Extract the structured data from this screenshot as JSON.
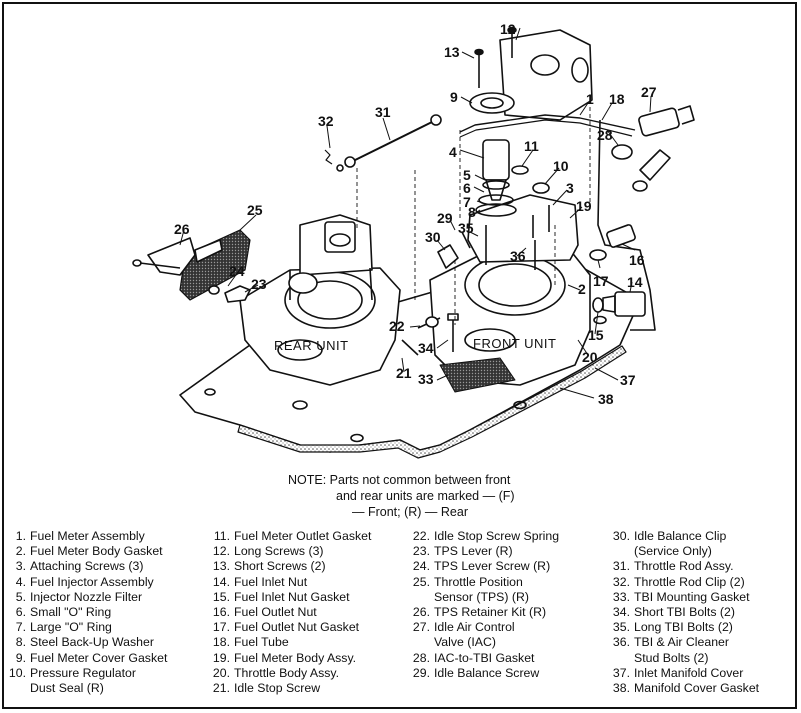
{
  "callouts": [
    "12",
    "13",
    "9",
    "1",
    "18",
    "27",
    "31",
    "32",
    "28",
    "4",
    "11",
    "10",
    "5",
    "6",
    "7",
    "8",
    "3",
    "19",
    "25",
    "26",
    "29",
    "35",
    "30",
    "36",
    "16",
    "24",
    "23",
    "2",
    "17",
    "14",
    "22",
    "15",
    "34",
    "20",
    "21",
    "33",
    "37",
    "38"
  ],
  "unit_labels": {
    "rear": "REAR UNIT",
    "front": "FRONT UNIT"
  },
  "note": {
    "line1": "NOTE:  Parts not common between front",
    "line2": "and rear units are marked — (F)",
    "line3": "— Front; (R) — Rear"
  },
  "legend": {
    "col1": [
      {
        "num": "1.",
        "text": "Fuel Meter Assembly"
      },
      {
        "num": "2.",
        "text": "Fuel Meter Body Gasket"
      },
      {
        "num": "3.",
        "text": "Attaching Screws (3)"
      },
      {
        "num": "4.",
        "text": "Fuel Injector Assembly"
      },
      {
        "num": "5.",
        "text": "Injector Nozzle Filter"
      },
      {
        "num": "6.",
        "text": "Small \"O\" Ring"
      },
      {
        "num": "7.",
        "text": "Large \"O\" Ring"
      },
      {
        "num": "8.",
        "text": "Steel Back-Up Washer"
      },
      {
        "num": "9.",
        "text": "Fuel Meter Cover Gasket"
      },
      {
        "num": "10.",
        "text": "Pressure Regulator"
      },
      {
        "num": "",
        "text": "Dust Seal (R)"
      }
    ],
    "col2": [
      {
        "num": "11.",
        "text": "Fuel Meter Outlet Gasket"
      },
      {
        "num": "12.",
        "text": "Long Screws (3)"
      },
      {
        "num": "13.",
        "text": "Short Screws (2)"
      },
      {
        "num": "14.",
        "text": "Fuel Inlet Nut"
      },
      {
        "num": "15.",
        "text": "Fuel Inlet Nut Gasket"
      },
      {
        "num": "16.",
        "text": "Fuel Outlet Nut"
      },
      {
        "num": "17.",
        "text": "Fuel Outlet Nut Gasket"
      },
      {
        "num": "18.",
        "text": "Fuel Tube"
      },
      {
        "num": "19.",
        "text": "Fuel Meter Body Assy."
      },
      {
        "num": "20.",
        "text": "Throttle Body Assy."
      },
      {
        "num": "21.",
        "text": "Idle Stop Screw"
      }
    ],
    "col3": [
      {
        "num": "22.",
        "text": "Idle Stop Screw Spring"
      },
      {
        "num": "23.",
        "text": "TPS Lever (R)"
      },
      {
        "num": "24.",
        "text": "TPS Lever Screw (R)"
      },
      {
        "num": "25.",
        "text": "Throttle Position"
      },
      {
        "num": "",
        "text": "Sensor (TPS) (R)"
      },
      {
        "num": "26.",
        "text": "TPS Retainer Kit (R)"
      },
      {
        "num": "27.",
        "text": "Idle Air Control"
      },
      {
        "num": "",
        "text": "Valve (IAC)"
      },
      {
        "num": "28.",
        "text": "IAC-to-TBI Gasket"
      },
      {
        "num": "29.",
        "text": "Idle Balance Screw"
      }
    ],
    "col4": [
      {
        "num": "30.",
        "text": "Idle Balance Clip"
      },
      {
        "num": "",
        "text": "(Service Only)"
      },
      {
        "num": "31.",
        "text": "Throttle Rod Assy."
      },
      {
        "num": "32.",
        "text": "Throttle Rod Clip (2)"
      },
      {
        "num": "33.",
        "text": "TBI Mounting Gasket"
      },
      {
        "num": "34.",
        "text": "Short TBI Bolts (2)"
      },
      {
        "num": "35.",
        "text": "Long TBI Bolts (2)"
      },
      {
        "num": "36.",
        "text": "TBI & Air Cleaner"
      },
      {
        "num": "",
        "text": "Stud Bolts (2)"
      },
      {
        "num": "37.",
        "text": "Inlet Manifold Cover"
      },
      {
        "num": "38.",
        "text": "Manifold Cover Gasket"
      }
    ]
  },
  "colors": {
    "ink": "#111111",
    "paper": "#ffffff",
    "hatch": "#444444"
  }
}
